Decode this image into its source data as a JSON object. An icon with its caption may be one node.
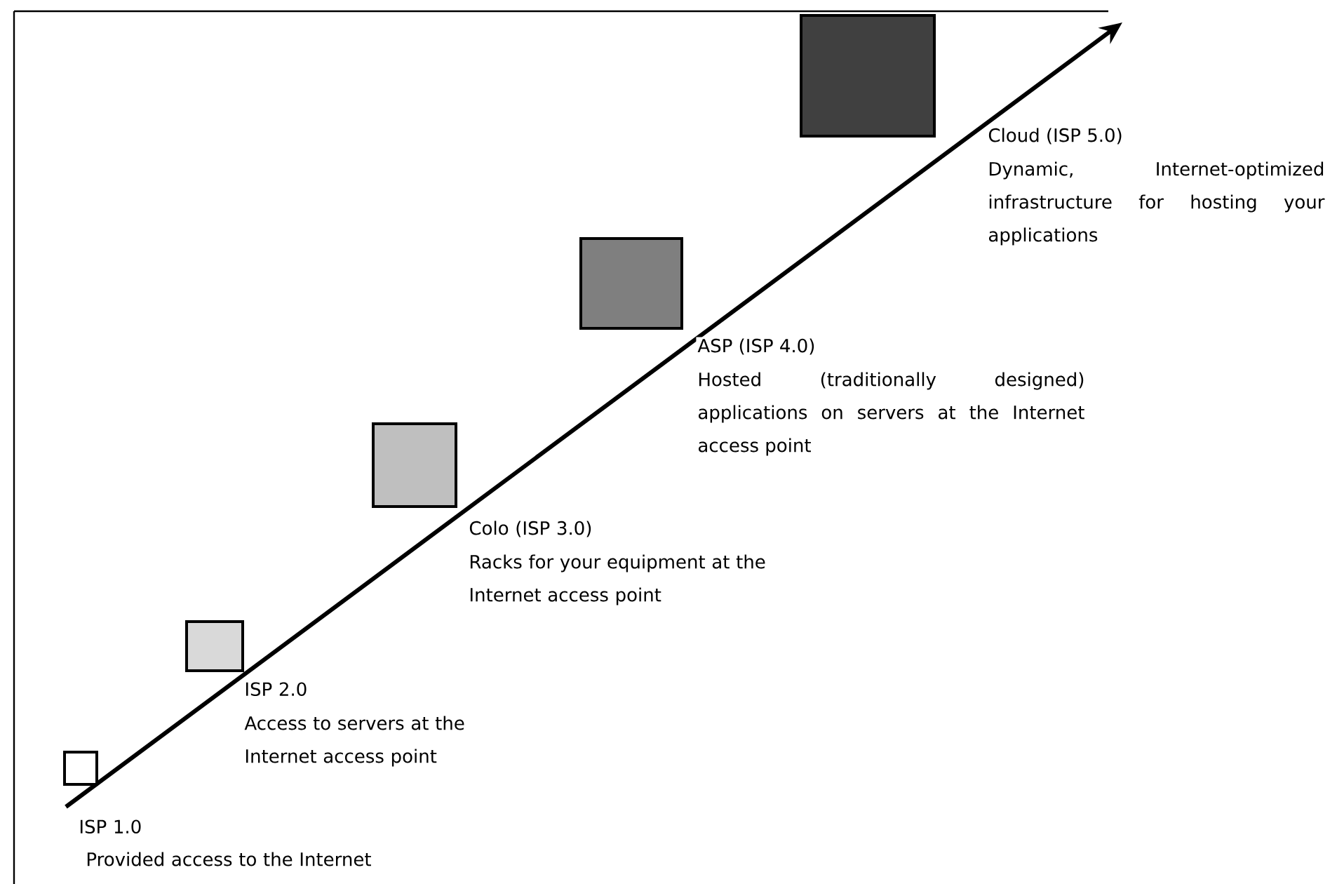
{
  "diagram": {
    "nodes": [
      {
        "text": [],
        "shape": "box",
        "beside": [
          "ISP 1.0",
          "Provided access to the Internet"
        ]
      },
      {
        "text": [],
        "shape": "box",
        "beside": [
          "ISP 2.0",
          "Access to servers at the Internet access point"
        ]
      },
      {
        "text": [],
        "shape": "box",
        "beside": [
          "Colo (ISP 3.0)",
          "Racks for your equipment at the Internet access point"
        ]
      },
      {
        "text": [],
        "shape": "box",
        "beside": [
          "ASP (ISP 4.0)",
          "Hosted (traditionally designed) applications on servers at the Internet access point"
        ]
      },
      {
        "text": [],
        "shape": "box",
        "beside": [
          "Cloud (ISP 5.0)",
          "Dynamic, Internet-optimized infrastructure for hosting your applications"
        ]
      }
    ]
  }
}
